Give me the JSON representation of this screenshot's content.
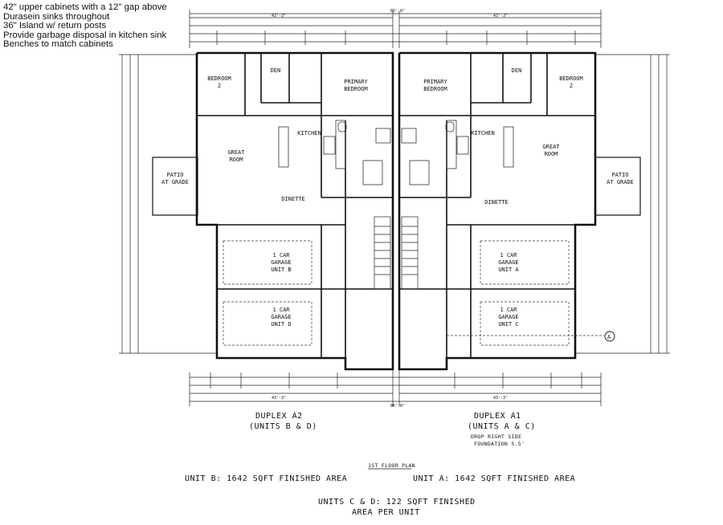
{
  "notes": [
    "42\" upper cabinets with a 12\" gap above",
    "Durasein sinks throughout",
    "36\" Island w/ return posts",
    "Provide garbage disposal in kitchen sink",
    "Benches to match cabinets"
  ],
  "dimensions": {
    "overall_top": "86'-8\"",
    "half_left_top": "43'-3\"",
    "half_right_top": "43'-3\"",
    "overall_bottom": "86'-8\"",
    "half_left_bottom": "43'-3\"",
    "half_right_bottom": "43'-3\""
  },
  "rooms": {
    "bedroom2_left": [
      "BEDROOM",
      "2"
    ],
    "den_left": "DEN",
    "primary_left": [
      "PRIMARY",
      "BEDROOM"
    ],
    "kitchen_left": "KITCHEN",
    "great_left": [
      "GREAT",
      "ROOM"
    ],
    "patio_left": [
      "PATIO",
      "AT GRADE"
    ],
    "dinette_left": "DINETTE",
    "garage_b": [
      "1 CAR",
      "GARAGE",
      "UNIT B"
    ],
    "garage_d": [
      "1 CAR",
      "GARAGE",
      "UNIT D"
    ],
    "primary_right": [
      "PRIMARY",
      "BEDROOM"
    ],
    "den_right": "DEN",
    "bedroom2_right": [
      "BEDROOM",
      "2"
    ],
    "kitchen_right": "KITCHEN",
    "great_right": [
      "GREAT",
      "ROOM"
    ],
    "patio_right": [
      "PATIO",
      "AT GRADE"
    ],
    "dinette_right": "DINETTE",
    "garage_a": [
      "1 CAR",
      "GARAGE",
      "UNIT A"
    ],
    "garage_c": [
      "1 CAR",
      "GARAGE",
      "UNIT C"
    ],
    "section_marker": "A"
  },
  "captions": {
    "duplex_a2": "DUPLEX A2",
    "units_bd": "(UNITS B & D)",
    "duplex_a1": "DUPLEX A1",
    "units_ac": "(UNITS A & C)",
    "drop_right": "DROP RIGHT SIDE",
    "foundation": "FOUNDATION 5.5'",
    "floor_plan": "1ST FLOOR PLAN",
    "unit_b_area": "UNIT B: 1642 SQFT FINISHED AREA",
    "unit_a_area": "UNIT A: 1642 SQFT FINISHED AREA",
    "units_cd_area_1": "UNITS C & D: 122 SQFT FINISHED",
    "units_cd_area_2": "AREA PER UNIT"
  }
}
